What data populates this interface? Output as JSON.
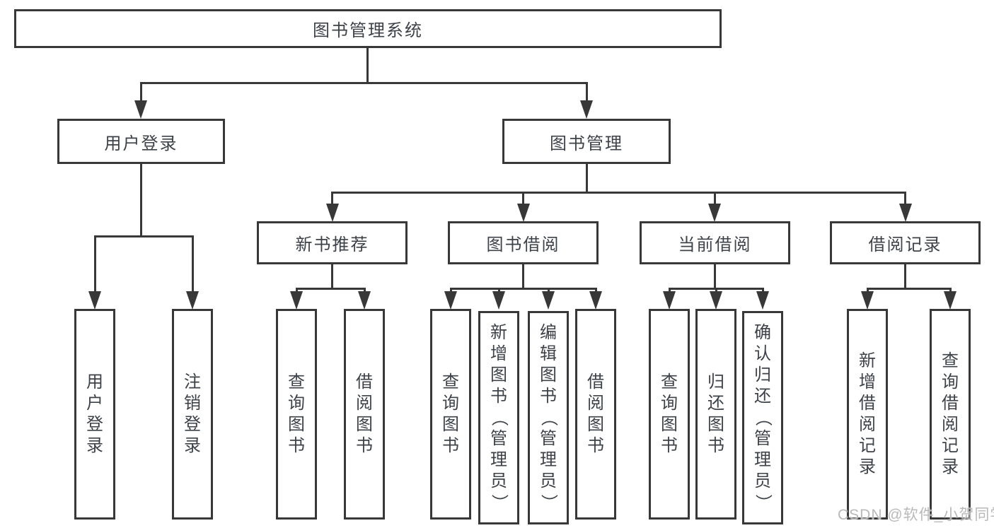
{
  "colors": {
    "line": "#383838",
    "text": "#3d4248",
    "watermark": "#b9b9b9",
    "bg": "#ffffff",
    "fill": "#ffffff"
  },
  "watermark": "CSDN @软件_小贺同学",
  "tree": {
    "label": "图书管理系统",
    "children": [
      {
        "label": "用户登录",
        "children": [
          {
            "label": "用户登录"
          },
          {
            "label": "注销登录"
          }
        ]
      },
      {
        "label": "图书管理",
        "children": [
          {
            "label": "新书推荐",
            "children": [
              {
                "label": "查询图书"
              },
              {
                "label": "借阅图书"
              }
            ]
          },
          {
            "label": "图书借阅",
            "children": [
              {
                "label": "查询图书"
              },
              {
                "label": "新增图书（管理员）"
              },
              {
                "label": "编辑图书（管理员）"
              },
              {
                "label": "借阅图书"
              }
            ]
          },
          {
            "label": "当前借阅",
            "children": [
              {
                "label": "查询图书"
              },
              {
                "label": "归还图书"
              },
              {
                "label": "确认归还（管理员）"
              }
            ]
          },
          {
            "label": "借阅记录",
            "children": [
              {
                "label": "新增借阅记录"
              },
              {
                "label": "查询借阅记录"
              }
            ]
          }
        ]
      }
    ]
  }
}
